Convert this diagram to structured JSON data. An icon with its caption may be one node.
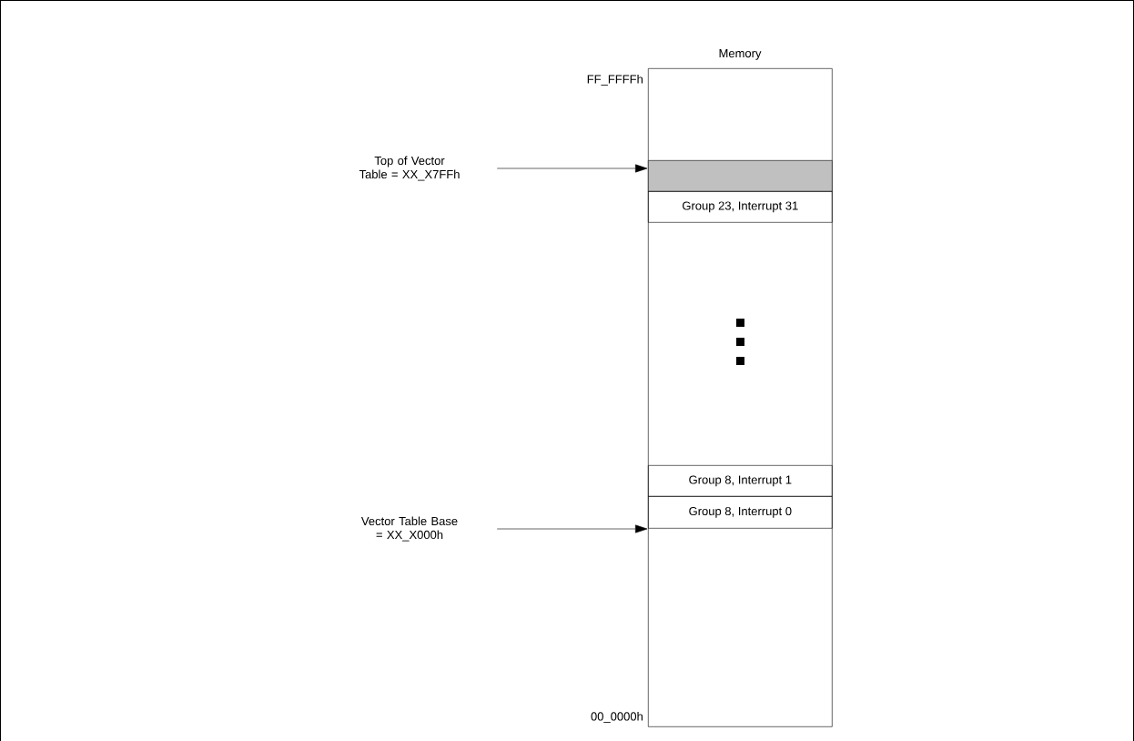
{
  "diagram": {
    "nodes": [
      {
        "text": [
          "Memory"
        ]
      },
      {
        "text": [],
        "shape": "bar",
        "in": 0
      },
      {
        "text": [
          "Group 23, Interrupt 31"
        ],
        "in": 0
      },
      {
        "text": [
          "Group 8, Interrupt 1"
        ],
        "in": 0
      },
      {
        "text": [
          "Group 8, Interrupt 0"
        ],
        "in": 0
      },
      {
        "text": [
          "Top of Vector Table = XX_X7FFh"
        ]
      },
      {
        "text": [
          "Vector Table Base = XX_X000h"
        ]
      }
    ],
    "edges": [
      {
        "from": 5,
        "to": 1,
        "arrow": "to"
      },
      {
        "from": 6,
        "to": 4,
        "arrow": "to"
      }
    ],
    "labels": [
      "FF_FFFFh",
      "00_0000h"
    ]
  }
}
